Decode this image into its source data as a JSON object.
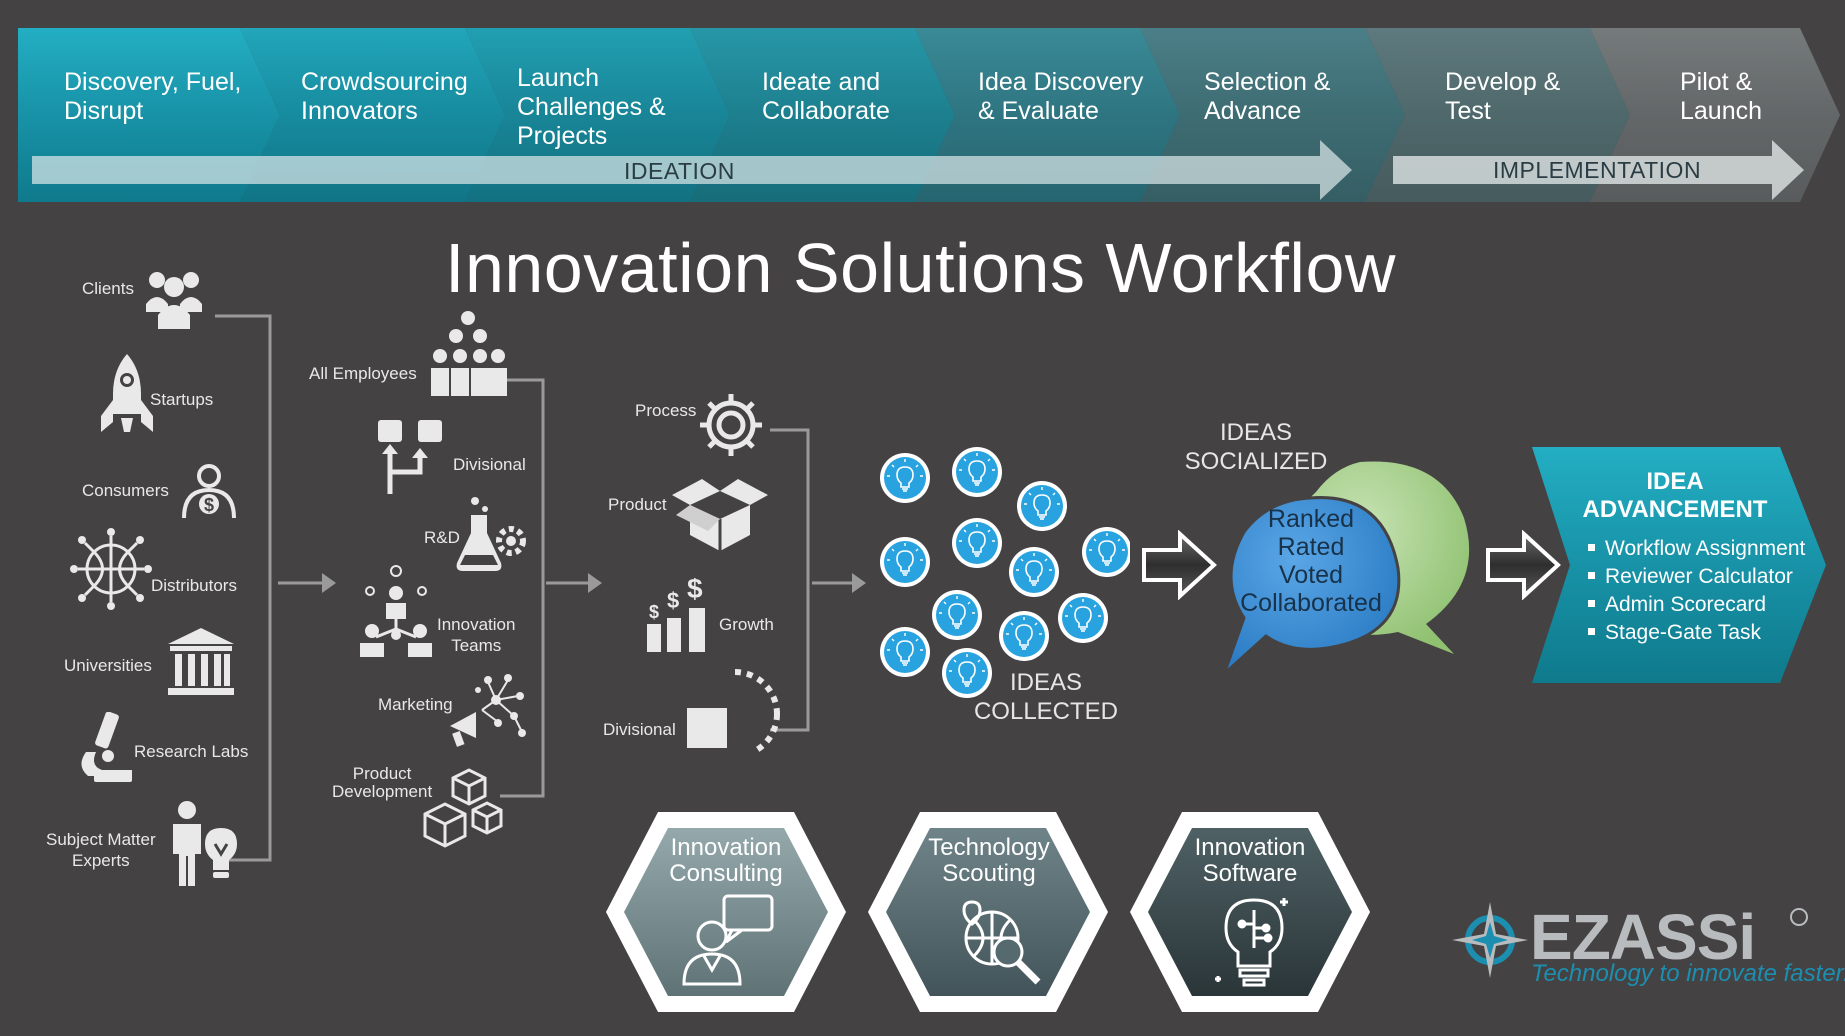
{
  "header": {
    "stages": [
      {
        "label": "Discovery, Fuel,\nDisrupt"
      },
      {
        "label": "Crowdsourcing\nInnovators"
      },
      {
        "label": "Launch\nChallenges &\nProjects"
      },
      {
        "label": "Ideate and\nCollaborate"
      },
      {
        "label": "Idea Discovery\n& Evaluate"
      },
      {
        "label": "Selection &\nAdvance"
      },
      {
        "label": "Develop &\nTest"
      },
      {
        "label": "Pilot &\nLaunch"
      }
    ],
    "ideation_label": "IDEATION",
    "implementation_label": "IMPLEMENTATION"
  },
  "title": "Innovation Solutions Workflow",
  "sources": {
    "clients": "Clients",
    "startups": "Startups",
    "consumers": "Consumers",
    "distributors": "Distributors",
    "universities": "Universities",
    "research_labs": "Research Labs",
    "subject_matter_experts": "Subject Matter\nExperts"
  },
  "groups": {
    "all_employees": "All Employees",
    "divisional": "Divisional",
    "rnd": "R&D",
    "innovation_teams": "Innovation\nTeams",
    "marketing": "Marketing",
    "product_development": "Product\nDevelopment"
  },
  "categories": {
    "process": "Process",
    "product": "Product",
    "growth": "Growth",
    "divisional": "Divisional"
  },
  "ideas_collected": "IDEAS\nCOLLECTED",
  "ideas_socialized": "IDEAS\nSOCIALIZED",
  "bubble_text": "Ranked\nRated\nVoted\nCollaborated",
  "advancement": {
    "title": "IDEA\nADVANCEMENT",
    "items": [
      "Workflow Assignment",
      "Reviewer Calculator",
      "Admin Scorecard",
      "Stage-Gate Task"
    ]
  },
  "services": [
    {
      "label": "Innovation\nConsulting"
    },
    {
      "label": "Technology\nScouting"
    },
    {
      "label": "Innovation\nSoftware"
    }
  ],
  "logo": {
    "name": "EZASSi",
    "tagline_prefix": "Technology to innovate ",
    "tagline_emph": "faster."
  },
  "colors": {
    "background": "#454243",
    "accent_teal": "#1a95aa",
    "bulb_blue": "#29a3e0",
    "bubble_blue": "#3a8fd4",
    "bubble_green": "#a8d08d"
  }
}
